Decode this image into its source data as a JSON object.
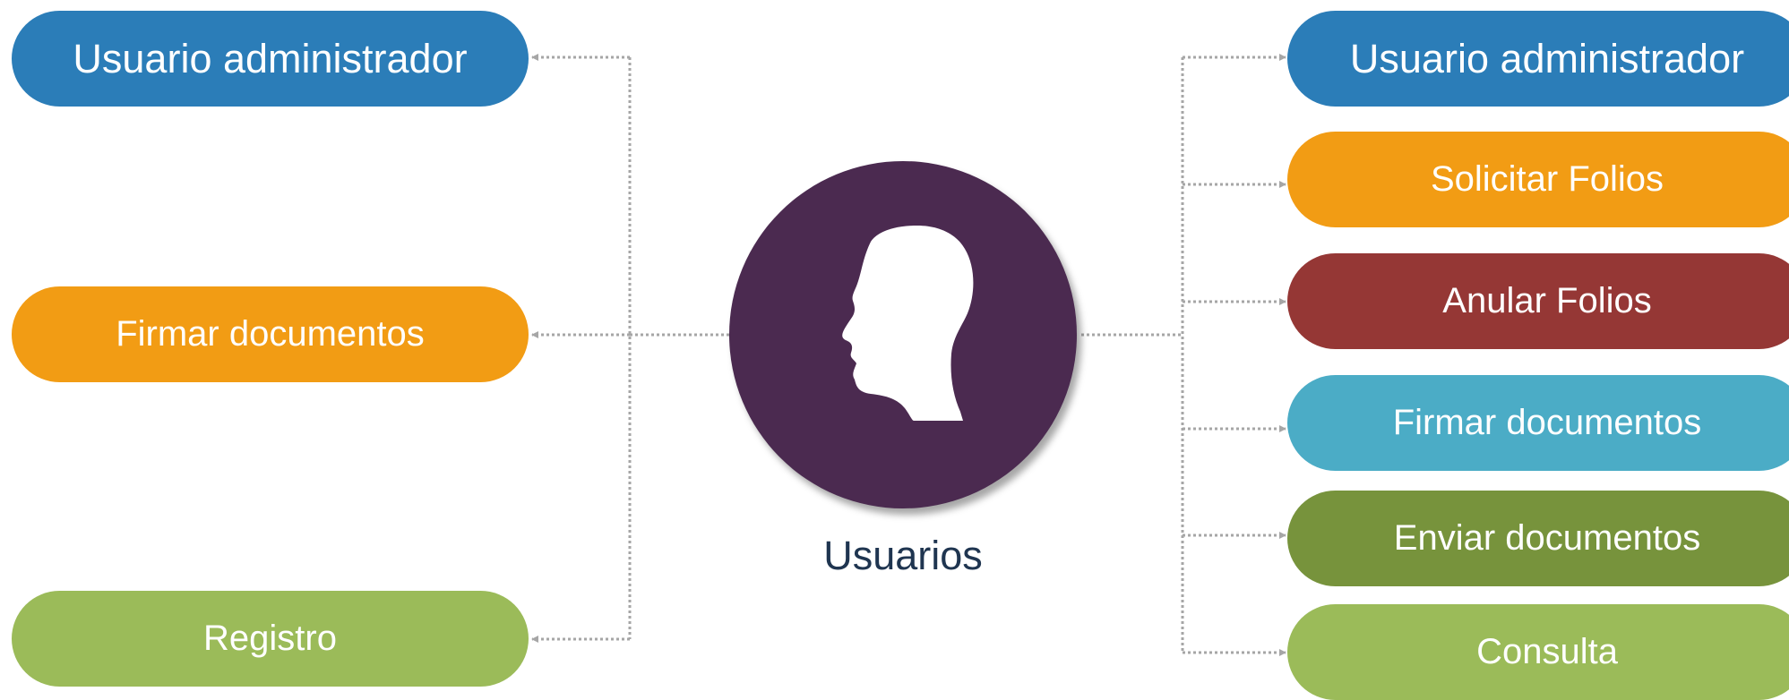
{
  "center": {
    "label": "Usuarios",
    "icon": "head-silhouette-icon",
    "color": "#4b2a50"
  },
  "left_items": [
    {
      "label": "Usuario  administrador",
      "color": "#2b7db8"
    },
    {
      "label": "Firmar documentos",
      "color": "#f29c14"
    },
    {
      "label": "Registro",
      "color": "#9bbb59"
    }
  ],
  "right_items": [
    {
      "label": "Usuario administrador",
      "color": "#2b7db8"
    },
    {
      "label": "Solicitar Folios",
      "color": "#f29c14"
    },
    {
      "label": "Anular Folios",
      "color": "#953735"
    },
    {
      "label": "Firmar documentos",
      "color": "#4bacc6"
    },
    {
      "label": "Enviar documentos",
      "color": "#77933c"
    },
    {
      "label": "Consulta",
      "color": "#9bbb59"
    }
  ],
  "connector_color": "#a6a6a6"
}
